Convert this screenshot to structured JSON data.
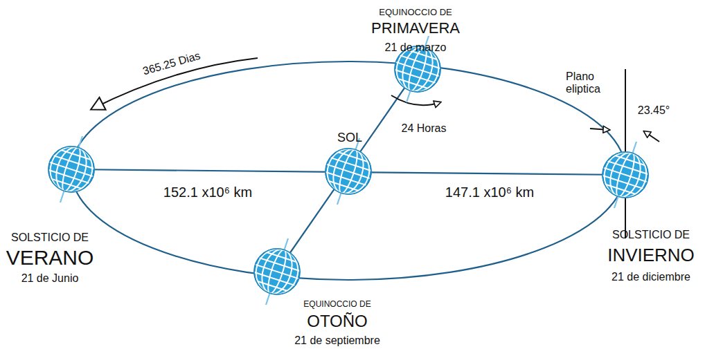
{
  "diagram": {
    "labels": [
      "EQUINOCCIO DE",
      "PRIMAVERA",
      "21 de marzo",
      "365.25 Dias",
      "24 Horas",
      "Plano eliptica",
      "23.45°",
      "SOL",
      "152.1 x10⁶ km",
      "147.1 x10⁶ km",
      "SOLSTICIO DE",
      "VERANO",
      "21 de Junio",
      "EQUINOCCIO DE",
      "OTOÑO",
      "21 de septiembre",
      "SOLSTICIO DE",
      "INVIERNO",
      "21 de diciembre"
    ]
  }
}
